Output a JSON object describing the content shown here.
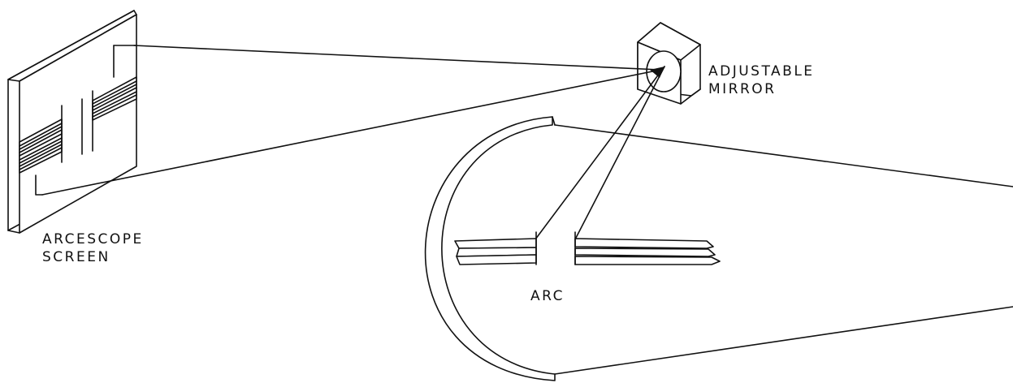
{
  "labels": {
    "screen_line1": "ARCESCOPE",
    "screen_line2": "SCREEN",
    "mirror_line1": "ADJUSTABLE",
    "mirror_line2": "MIRROR",
    "arc": "ARC"
  },
  "colors": {
    "ink": "#111111",
    "paper": "#ffffff"
  }
}
